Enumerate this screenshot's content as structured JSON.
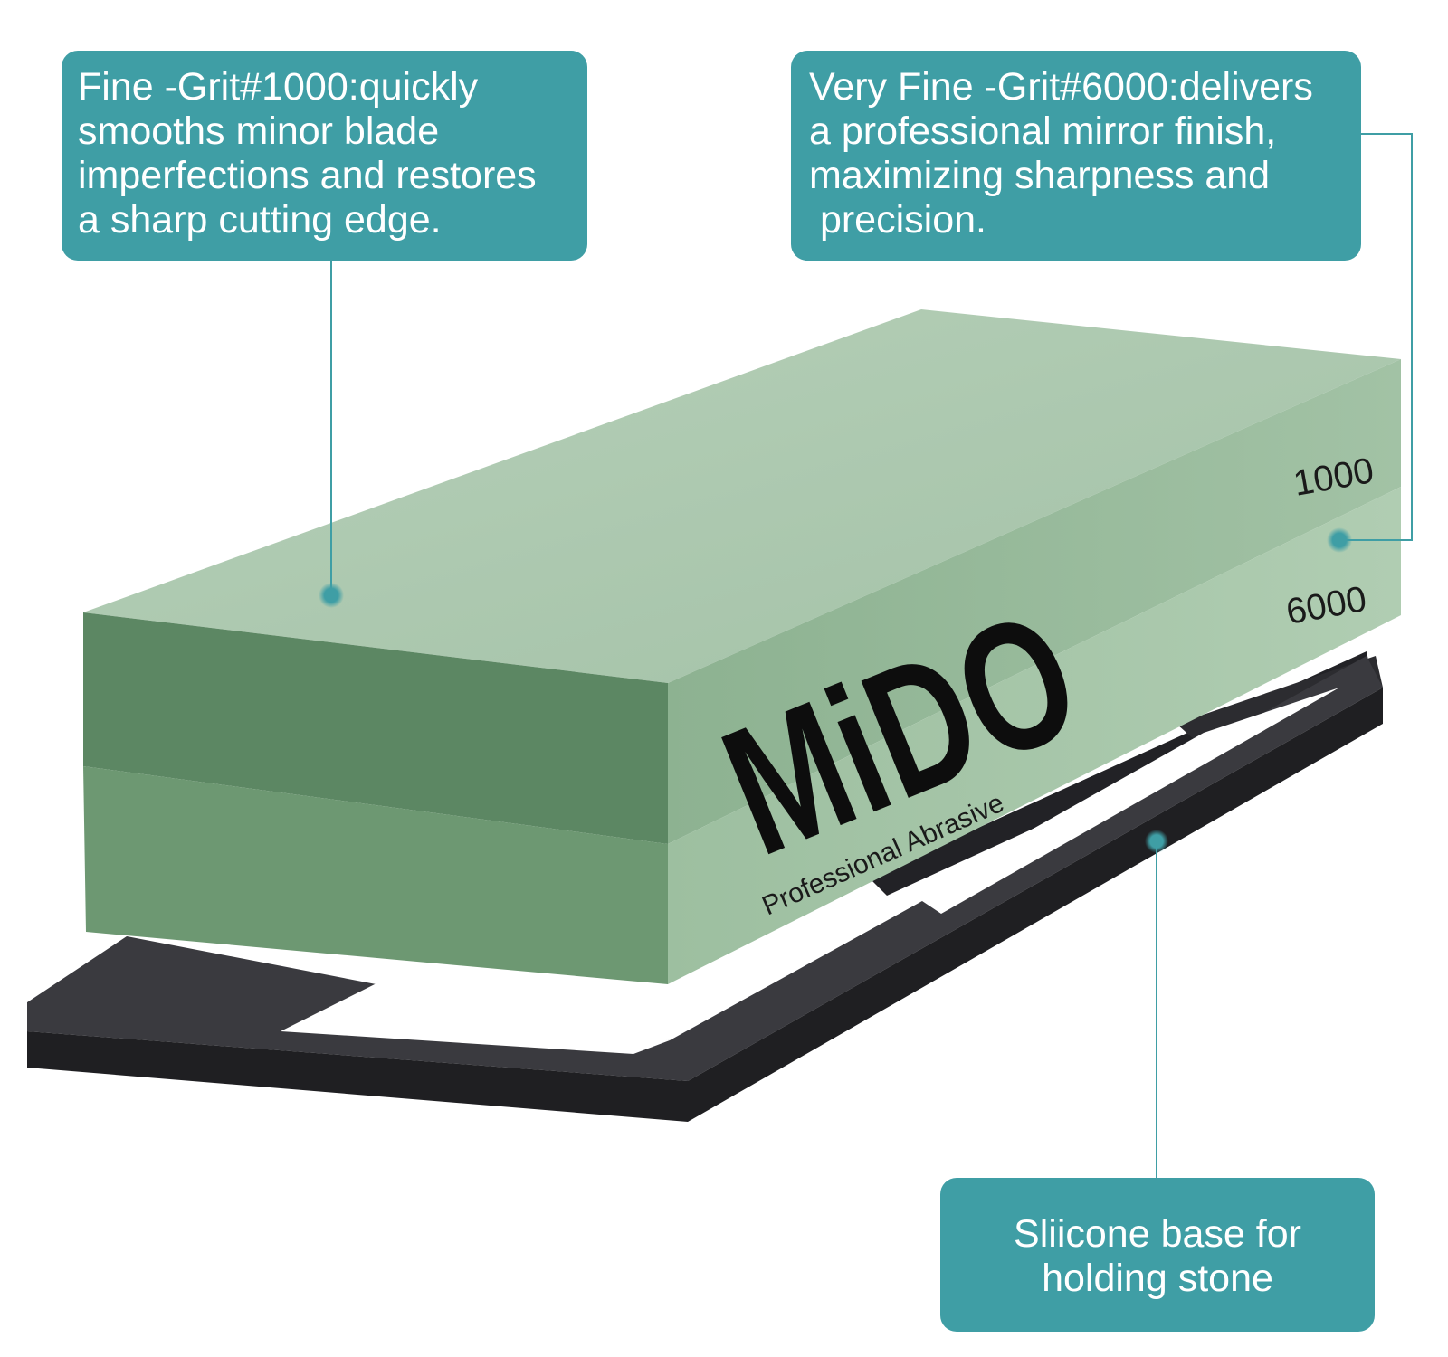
{
  "callouts": {
    "fine": {
      "lines": [
        "Fine -Grit#1000:quickly",
        "smooths minor blade",
        "imperfections and restores",
        "a sharp cutting edge."
      ]
    },
    "very_fine": {
      "lines": [
        "Very Fine -Grit#6000:delivers",
        "a professional mirror finish,",
        "maximizing sharpness and",
        " precision."
      ]
    },
    "base": {
      "lines": [
        "Sliicone base for",
        "holding stone"
      ]
    }
  },
  "stone": {
    "brand": "MiDO",
    "tagline": "Professional Abrasive",
    "grit_top": "1000",
    "grit_bottom": "6000"
  },
  "colors": {
    "callout": "#3f9ea5",
    "stone_top_face": "#a9c5ac",
    "stone_front_upper": "#5f8966",
    "stone_front_lower": "#6f9a74",
    "stone_side_upper": "#8fb394",
    "stone_side_lower": "#9fc0a2",
    "base": "#2a2a2e"
  }
}
